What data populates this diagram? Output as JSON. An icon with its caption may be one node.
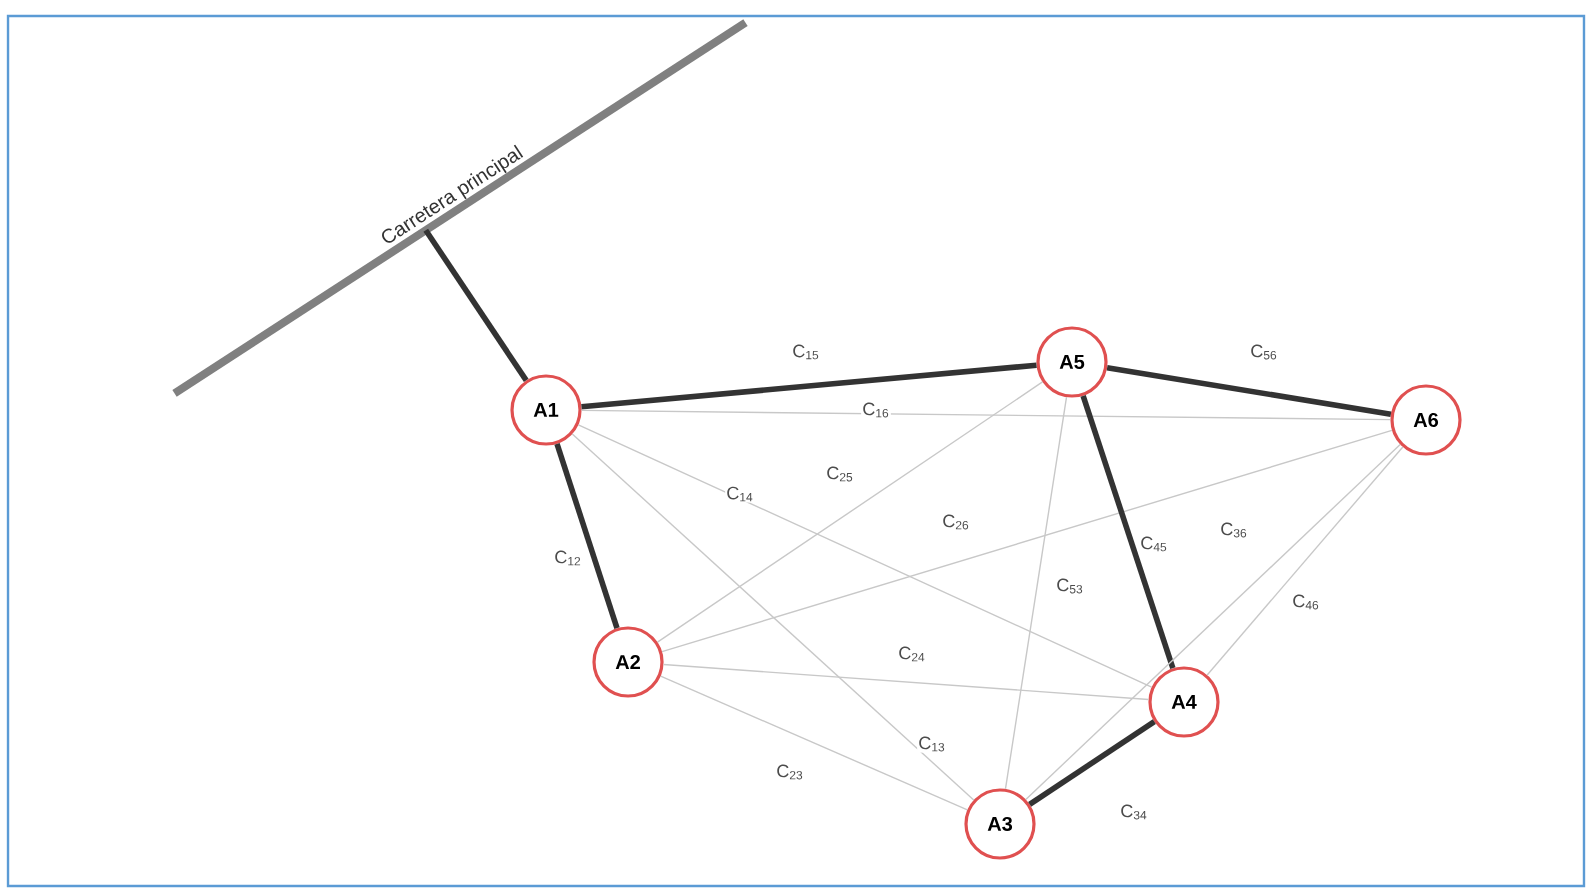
{
  "diagram": {
    "nodes": [
      {
        "text": [
          "Carretera principal"
        ]
      },
      {
        "text": [
          "A1"
        ]
      },
      {
        "text": [
          "A2"
        ]
      },
      {
        "text": [
          "A3"
        ]
      },
      {
        "text": [
          "A4"
        ]
      },
      {
        "text": [
          "A5"
        ]
      },
      {
        "text": [
          "A6"
        ]
      }
    ],
    "edges": [
      {
        "from": 0,
        "to": 1,
        "arrow": "none",
        "style": "thick",
        "color": "#333333"
      },
      {
        "from": 1,
        "to": 5,
        "arrow": "none",
        "label": "C$_{15}$",
        "style": "thick",
        "color": "#333333"
      },
      {
        "from": 5,
        "to": 6,
        "arrow": "none",
        "label": "C$_{56}$",
        "style": "thick",
        "color": "#333333"
      },
      {
        "from": 1,
        "to": 6,
        "arrow": "none",
        "label": "C$_{16}$"
      },
      {
        "from": 1,
        "to": 2,
        "arrow": "none",
        "label": "C$_{12}$",
        "style": "thick",
        "color": "#333333"
      },
      {
        "from": 1,
        "to": 4,
        "arrow": "none",
        "label": "C$_{14}$"
      },
      {
        "from": 2,
        "to": 5,
        "arrow": "none",
        "label": "C$_{25}$"
      },
      {
        "from": 2,
        "to": 6,
        "arrow": "none",
        "label": "C$_{26}$"
      },
      {
        "from": 5,
        "to": 4,
        "arrow": "none",
        "label": "C$_{45}$",
        "style": "thick",
        "color": "#333333"
      },
      {
        "from": 3,
        "to": 6,
        "arrow": "none",
        "label": "C$_{36}$"
      },
      {
        "from": 5,
        "to": 3,
        "arrow": "none",
        "label": "C$_{53}$"
      },
      {
        "from": 4,
        "to": 6,
        "arrow": "none",
        "label": "C$_{46}$"
      },
      {
        "from": 2,
        "to": 4,
        "arrow": "none",
        "label": "C$_{24}$"
      },
      {
        "from": 1,
        "to": 3,
        "arrow": "none",
        "label": "C$_{13}$"
      },
      {
        "from": 2,
        "to": 3,
        "arrow": "none",
        "label": "C$_{23}$"
      },
      {
        "from": 3,
        "to": 4,
        "arrow": "none",
        "label": "C$_{34}$",
        "style": "thick",
        "color": "#333333"
      }
    ]
  }
}
